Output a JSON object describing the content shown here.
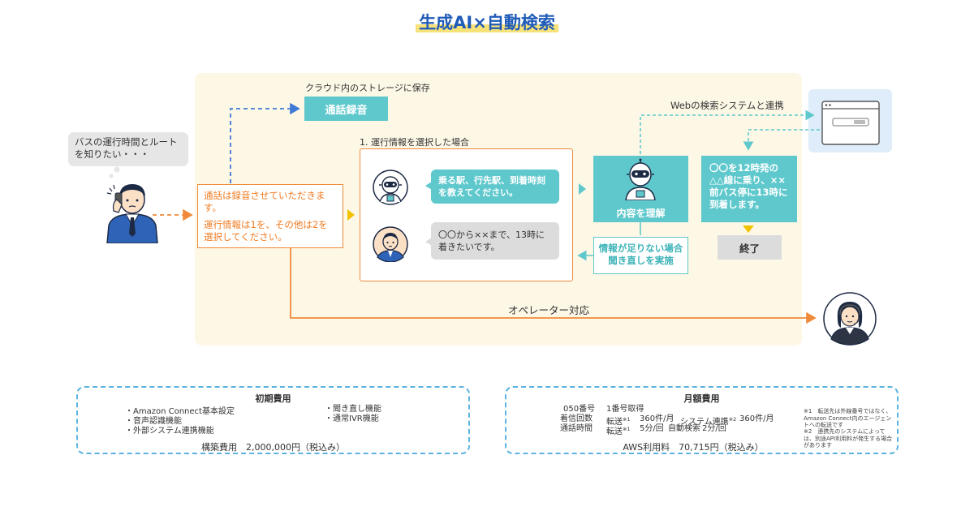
{
  "title": "生成AI×自動検索",
  "storage_label": "クラウド内のストレージに保存",
  "recording_label": "通話録音",
  "speech": "バスの運行時間とルートを知りたい・・・",
  "guidance": {
    "line1": "通話は録音させていただきます。",
    "line2": "運行情報は1を、その他は2を選択してください。"
  },
  "case_label": "1. 運行情報を選択した場合",
  "ai_bubble": "乗る駅、行先駅、到着時刻を教えてください。",
  "customer_bubble": "〇〇から××まで、13時に着きたいです。",
  "understand_label": "内容を理解",
  "reask_label": "情報が足りない場合聞き直しを実施",
  "web_label": "Webの検索システムと連携",
  "result_text": "〇〇を12時発の△△線に乗り、××前バス停に13時に到着します。",
  "end_label": "終了",
  "operator_label": "オペレーター対応",
  "initial": {
    "title": "初期費用",
    "items_left": [
      "・Amazon Connect基本設定",
      "・音声認識機能",
      "・外部システム連携機能"
    ],
    "items_right": [
      "・聞き直し機能",
      "・通常IVR機能"
    ],
    "total": "構築費用　2,000,000円（税込み）"
  },
  "monthly": {
    "title": "月額費用",
    "row1_label": "050番号",
    "row1_value": "1番号取得",
    "row2_label": "着信回数",
    "row2_a": "転送",
    "row2_a_sup": "※1",
    "row2_b": "360件/月",
    "row2_c": "システム連携",
    "row2_c_sup": "※2",
    "row2_d": "360件/月",
    "row3_label": "通話時間",
    "row3_a": "転送",
    "row3_a_sup": "※1",
    "row3_b": "5分/回",
    "row3_c": "自動検索",
    "row3_d": "2分/回",
    "total": "AWS利用料　70,715円（税込み）",
    "note1": "※1　転送先は外線番号ではなく、Amazon Connect内のエージェントへの転送です",
    "note2": "※2　連携先のシステムによっては、別途API利用料が発生する場合があります"
  },
  "colors": {
    "title": "#1f5bb8",
    "highlight": "#f7e27a",
    "teal": "#5ec8cc",
    "orange": "#f08a3a",
    "dashed_blue": "#3f7ad6",
    "cost_border": "#5ab3df",
    "yellow_arrow": "#f2c200"
  }
}
